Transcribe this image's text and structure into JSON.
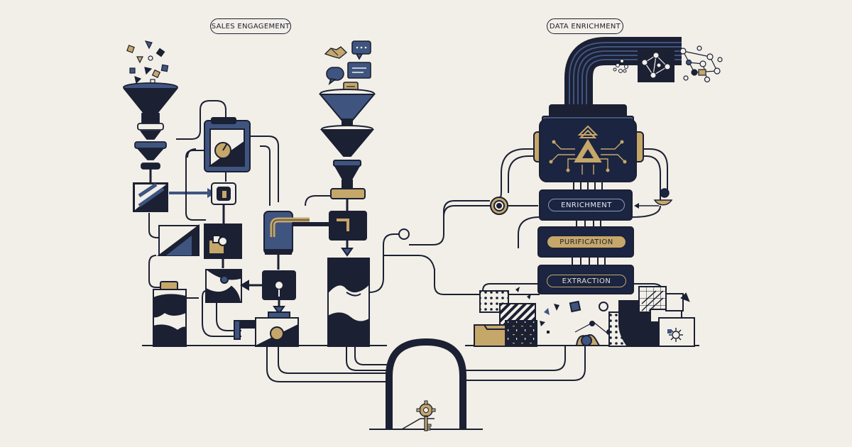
{
  "labels": {
    "sales_engagement": "SALES ENGAGEMENT",
    "data_enrichment": "DATA ENRICHMENT",
    "enrichment": "ENRICHMENT",
    "purification": "PURIFICATION",
    "extraction": "EXTRACTION"
  },
  "colors": {
    "background": "#f2efe8",
    "ink": "#1b2033",
    "navy": "#1b2440",
    "slate": "#3f5580",
    "gold": "#c6a76a"
  },
  "icons": [
    "funnel-icon",
    "handshake-icon",
    "chat-bubble-icon",
    "gear-icon",
    "key-icon",
    "circuit-chip-icon",
    "network-node-icon"
  ]
}
